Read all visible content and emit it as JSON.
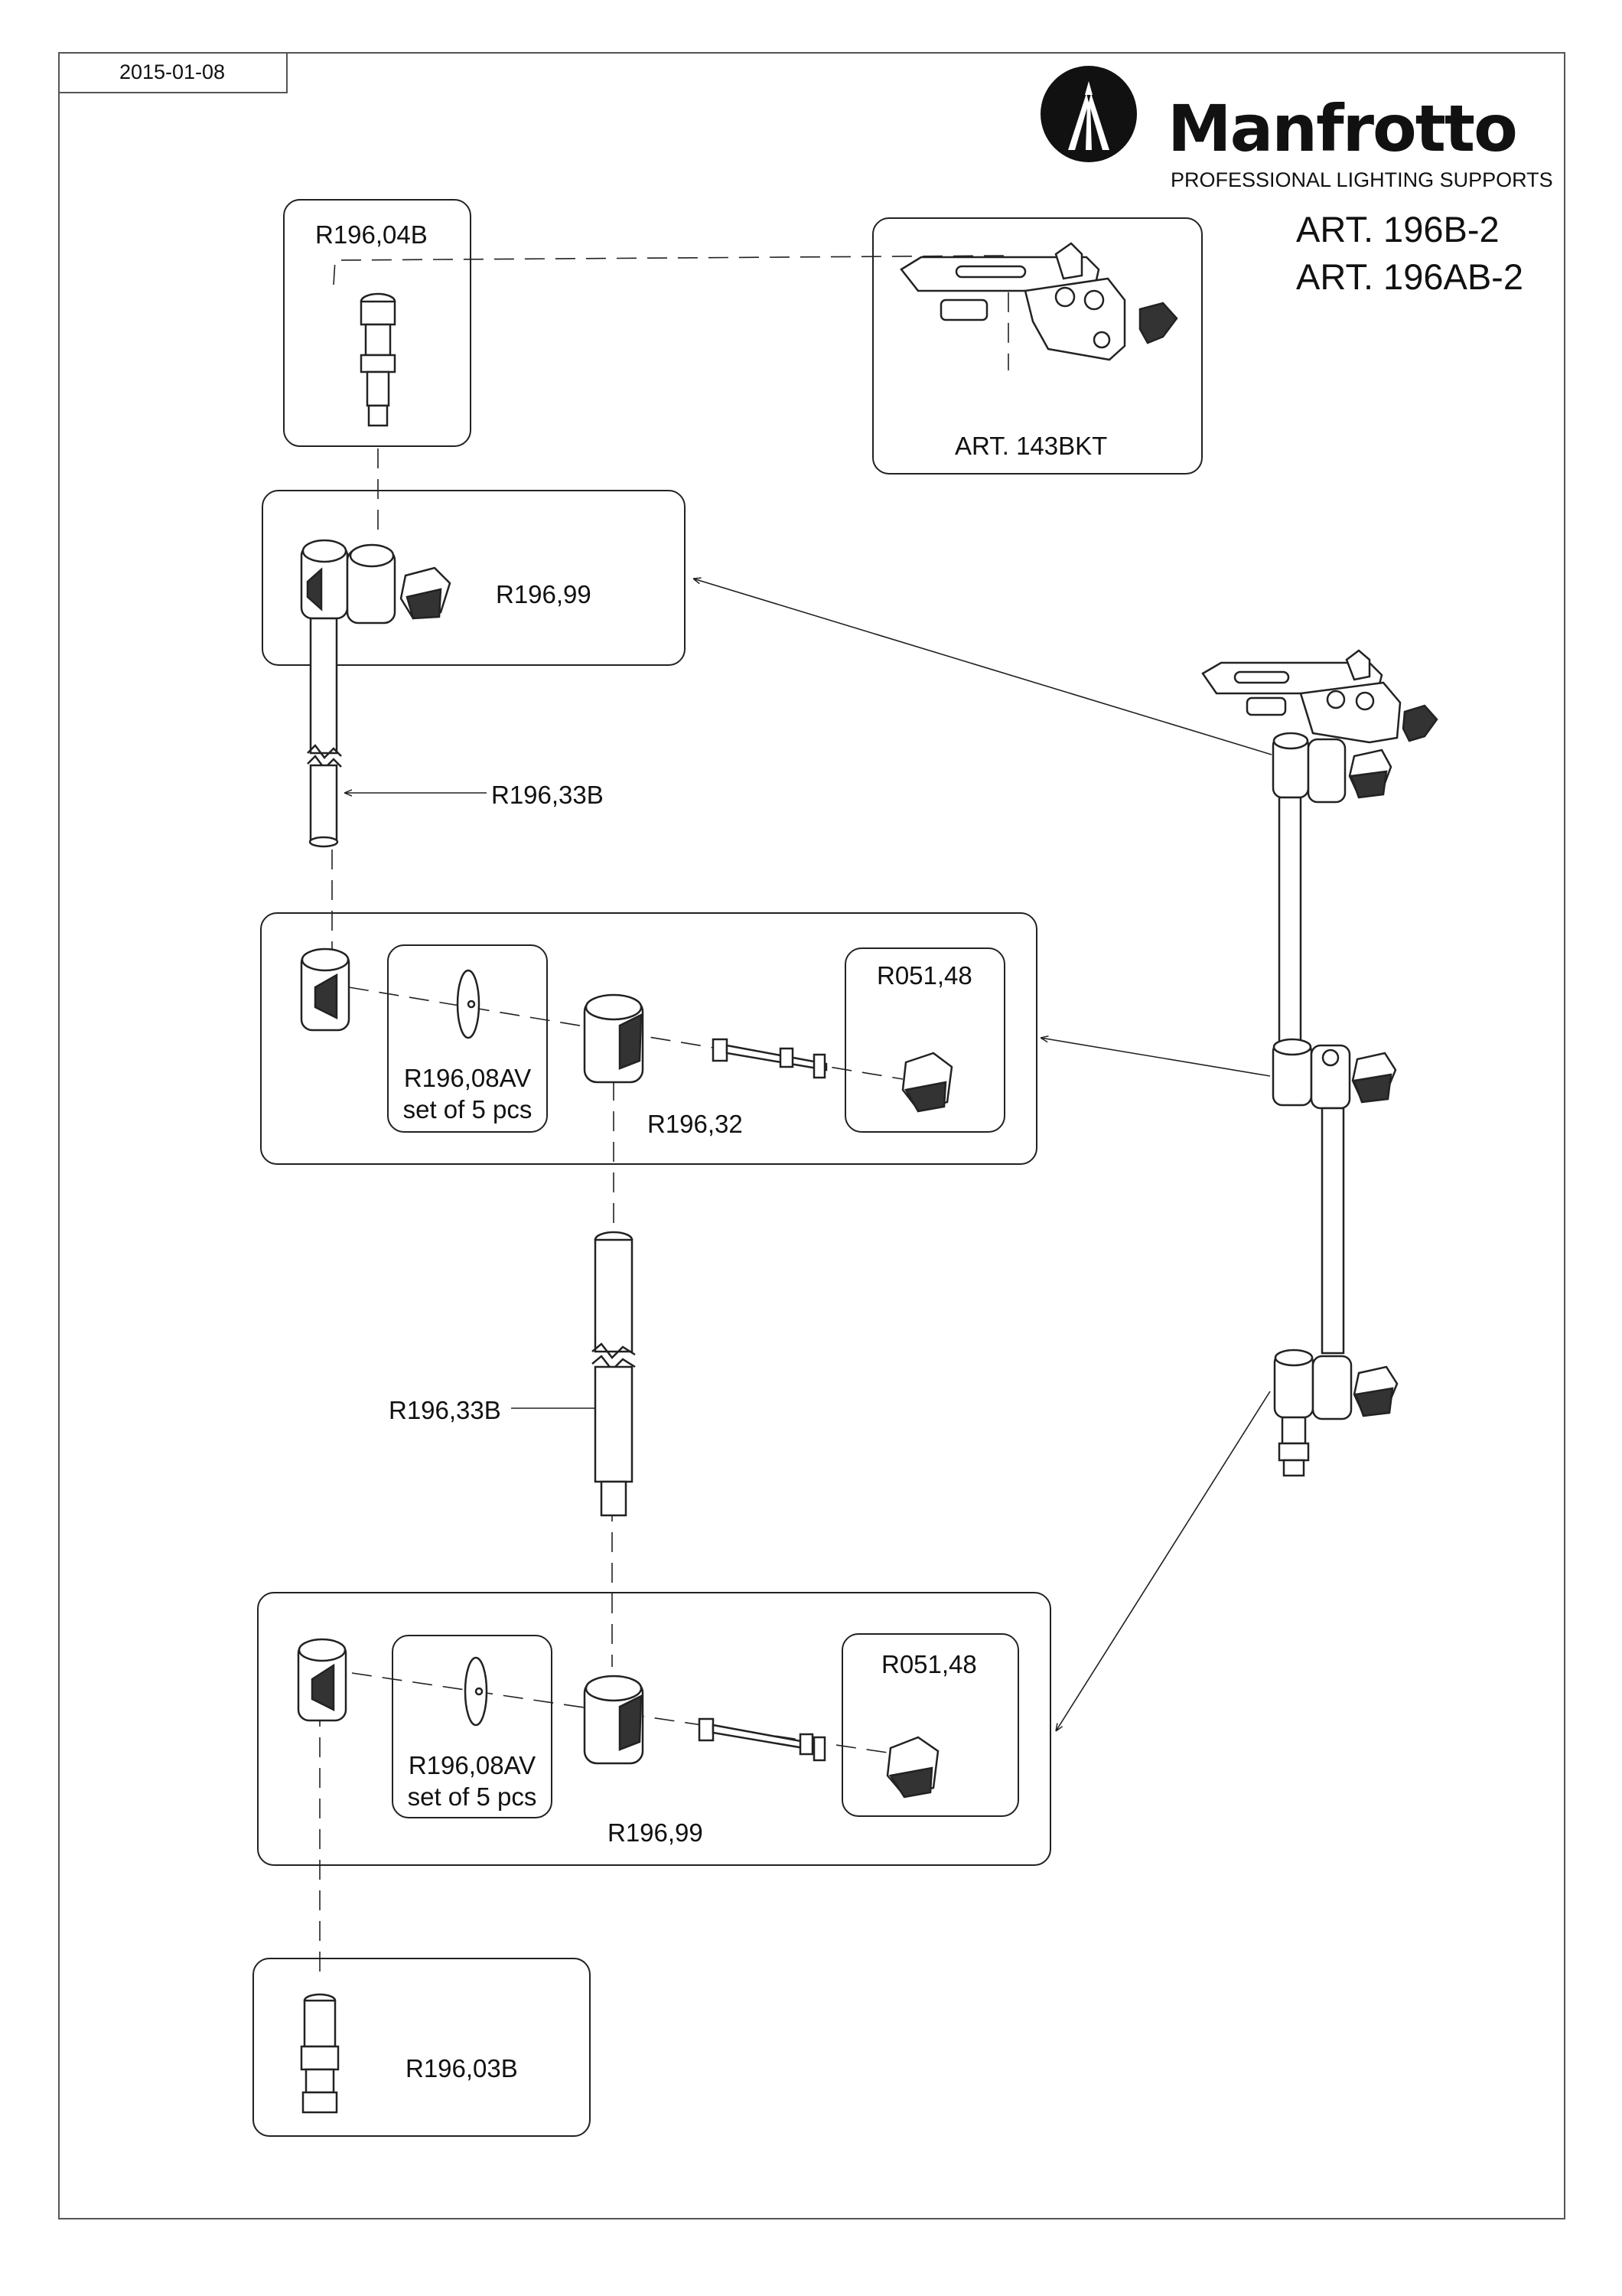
{
  "header": {
    "date": "2015-01-08",
    "brand": "Manfrotto",
    "brand_subtitle": "PROFESSIONAL LIGHTING SUPPORTS",
    "articles": [
      "ART. 196B-2",
      "ART. 196AB-2"
    ]
  },
  "parts": {
    "spigot_top": "R196,04B",
    "bracket": "ART. 143BKT",
    "clamp_top": "R196,99",
    "tube_upper": "R196,33B",
    "washer_mid": "R196,08AV",
    "washer_mid_qty": "set of 5 pcs",
    "knob_mid": "R051,48",
    "clamp_mid": "R196,32",
    "tube_lower": "R196,33B",
    "washer_low": "R196,08AV",
    "washer_low_qty": "set of 5 pcs",
    "knob_low": "R051,48",
    "clamp_low": "R196,99",
    "spigot_bottom": "R196,03B"
  },
  "colors": {
    "line": "#222222",
    "frame": "#555555",
    "fill_dark": "#111111"
  },
  "icons": [
    "manfrotto-logo-icon",
    "spigot-icon",
    "bracket-icon",
    "clamp-icon",
    "washer-icon",
    "knob-icon",
    "bolt-icon",
    "tube-icon"
  ]
}
